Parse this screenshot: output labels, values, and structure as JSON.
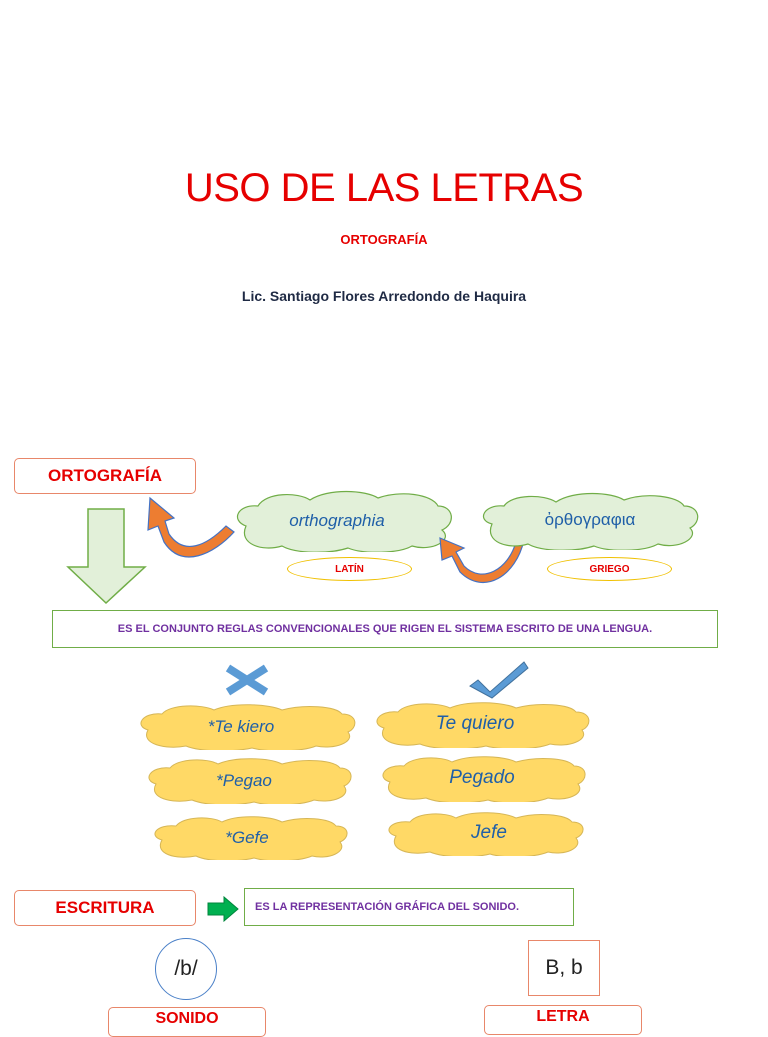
{
  "slide1": {
    "title": "USO DE LAS LETRAS",
    "subtitle": "ORTOGRAFÍA",
    "author": "Lic. Santiago Flores Arredondo de Haquira"
  },
  "slide2": {
    "ortografia_label": "ORTOGRAFÍA",
    "latin_word": "orthographia",
    "greek_word": "ὀρθογραφια",
    "latin_label": "LATÍN",
    "greek_label": "GRIEGO",
    "definition": "ES EL CONJUNTO REGLAS CONVENCIONALES QUE RIGEN EL SISTEMA ESCRITO DE UNA LENGUA.",
    "incorrect": [
      "*Te kiero",
      "*Pegao",
      "*Gefe"
    ],
    "correct": [
      "Te quiero",
      "Pegado",
      "Jefe"
    ],
    "escritura_label": "ESCRITURA",
    "escritura_definition": "ES LA REPRESENTACIÓN GRÁFICA DEL SONIDO.",
    "sound_symbol": "/b/",
    "letter_symbol": "B, b",
    "sonido_label": "SONIDO",
    "letra_label": "LETRA"
  },
  "colors": {
    "title_red": "#e60000",
    "cloud_yellow": "#ffd966",
    "cloud_mint": "#e2f0d9",
    "word_blue": "#1f5fa8",
    "definition_purple": "#7030a0"
  },
  "icons": [
    "down-arrow-icon",
    "curved-arrow-icon",
    "cross-icon",
    "check-icon",
    "right-arrow-icon"
  ]
}
